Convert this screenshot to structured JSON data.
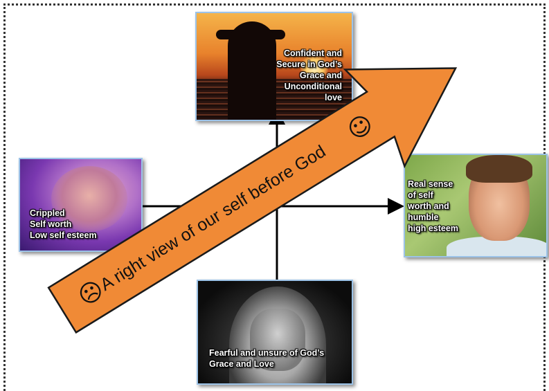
{
  "diagram": {
    "arrow_label": "A right view of our self before God",
    "smiley": "☺",
    "frowny": "☹",
    "colors": {
      "arrow": "#f08a36",
      "arrow_stroke": "#1a1a1a",
      "card_border": "#9cc3e8"
    }
  },
  "cards": {
    "top": {
      "lines": [
        "Confident and",
        "Secure in God’s",
        "Grace and",
        "Unconditional",
        "love"
      ]
    },
    "left": {
      "lines": [
        "Crippled",
        "Self worth",
        "Low self esteem"
      ]
    },
    "right": {
      "lines": [
        "Real sense",
        "of self",
        "worth and",
        "humble",
        "high esteem"
      ]
    },
    "bottom": {
      "lines": [
        "Fearful and unsure of God’s",
        "Grace and Love"
      ]
    }
  }
}
